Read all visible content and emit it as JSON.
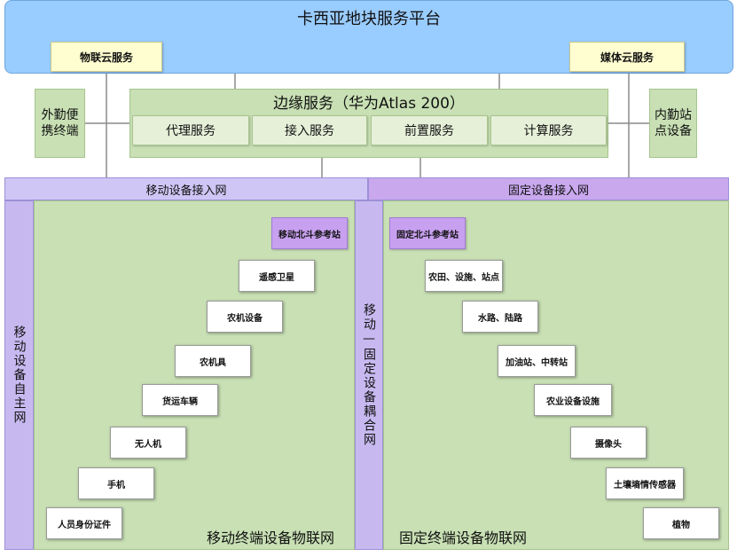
{
  "platform_title": "卡西亚地块服务平台",
  "cloud": {
    "iot": "物联云服务",
    "media": "媒体云服务"
  },
  "edge": {
    "title": "边缘服务（华为Atlas 200）",
    "services": [
      "代理服务",
      "接入服务",
      "前置服务",
      "计算服务"
    ]
  },
  "side": {
    "field": "外勤便携终端",
    "office": "内勤站点设备"
  },
  "access": {
    "mobile": "移动设备接入网",
    "fixed": "固定设备接入网"
  },
  "mobile_net_label": "移动设备自主网",
  "coupling_label": "移动—固定设备耦合网",
  "mobile_devices": [
    "移动北斗参考站",
    "遥感卫星",
    "农机设备",
    "农机具",
    "货运车辆",
    "无人机",
    "手机",
    "人员身份证件"
  ],
  "fixed_devices": [
    "固定北斗参考站",
    "农田、设施、站点",
    "水路、陆路",
    "加油站、中转站",
    "农业设备设施",
    "摄像头",
    "土壤墒情传感器",
    "植物"
  ],
  "bottom": {
    "mobile": "移动终端设备物联网",
    "fixed": "固定终端设备物联网"
  }
}
